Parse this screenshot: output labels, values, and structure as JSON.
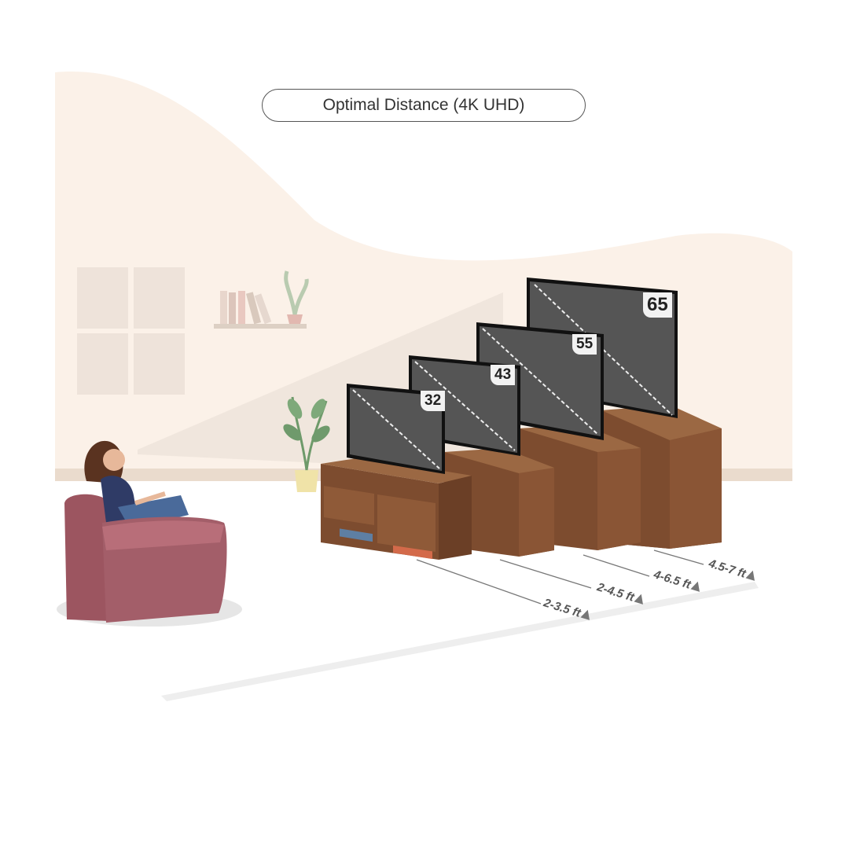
{
  "title": "Optimal Distance (4K UHD)",
  "tvs": [
    {
      "size": "32",
      "distance": "2-3.5 ft"
    },
    {
      "size": "43",
      "distance": "2-4.5 ft"
    },
    {
      "size": "55",
      "distance": "4-6.5 ft"
    },
    {
      "size": "65",
      "distance": "4.5-7 ft"
    }
  ],
  "colors": {
    "background": "#fbf3ec",
    "wood": "#7a4b2e",
    "screen": "#4a4a4a",
    "chair": "#9c5560"
  }
}
